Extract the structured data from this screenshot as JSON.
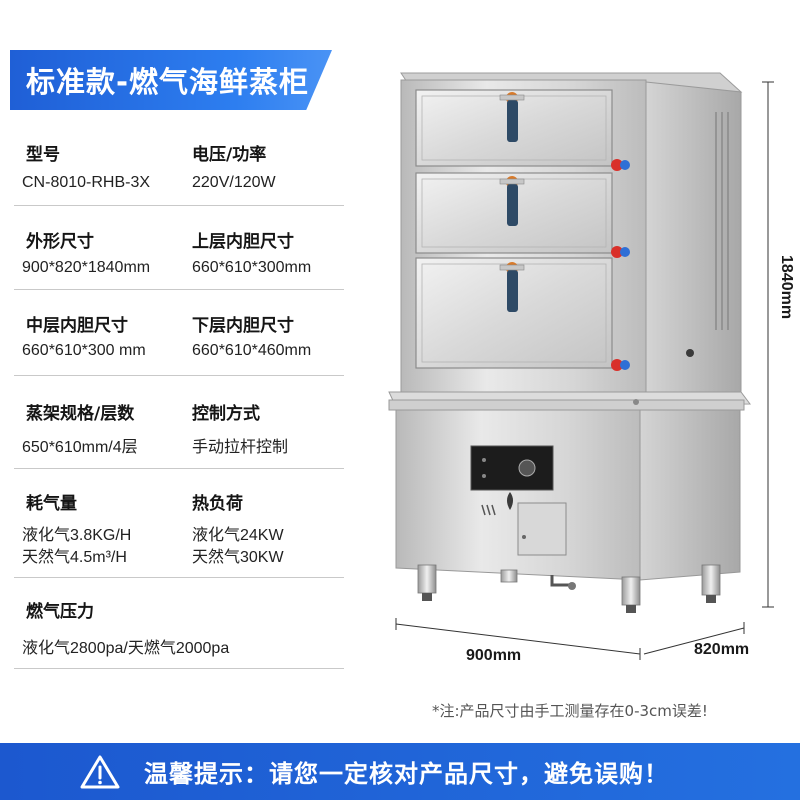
{
  "title": "标准款-燃气海鲜蒸柜",
  "specs": [
    {
      "label": "型号",
      "value": "CN-8010-RHB-3X"
    },
    {
      "label": "电压/功率",
      "value": "220V/120W"
    },
    {
      "label": "外形尺寸",
      "value": "900*820*1840mm"
    },
    {
      "label": "上层内胆尺寸",
      "value": "660*610*300mm"
    },
    {
      "label": "中层内胆尺寸",
      "value": "660*610*300 mm"
    },
    {
      "label": "下层内胆尺寸",
      "value": "660*610*460mm"
    },
    {
      "label": "蒸架规格/层数",
      "value": "650*610mm/4层"
    },
    {
      "label": "控制方式",
      "value": "手动拉杆控制"
    },
    {
      "label": "耗气量",
      "value_lines": [
        "液化气3.8KG/H",
        "天然气4.5m³/H"
      ]
    },
    {
      "label": "热负荷",
      "value_lines": [
        "液化气24KW",
        "天然气30KW"
      ]
    },
    {
      "label": "燃气压力",
      "value": "液化气2800pa/天燃气2000pa"
    }
  ],
  "dimensions": {
    "height": "1840mm",
    "width": "900mm",
    "depth": "820mm"
  },
  "note": "*注:产品尺寸由手工测量存在0-3cm误差!",
  "footer": {
    "text": "温馨提示：请您一定核对产品尺寸，避免误购！",
    "icon": "warning-triangle-icon"
  },
  "colors": {
    "brand_blue": "#2470e0",
    "steel": "#c8c8c8"
  }
}
